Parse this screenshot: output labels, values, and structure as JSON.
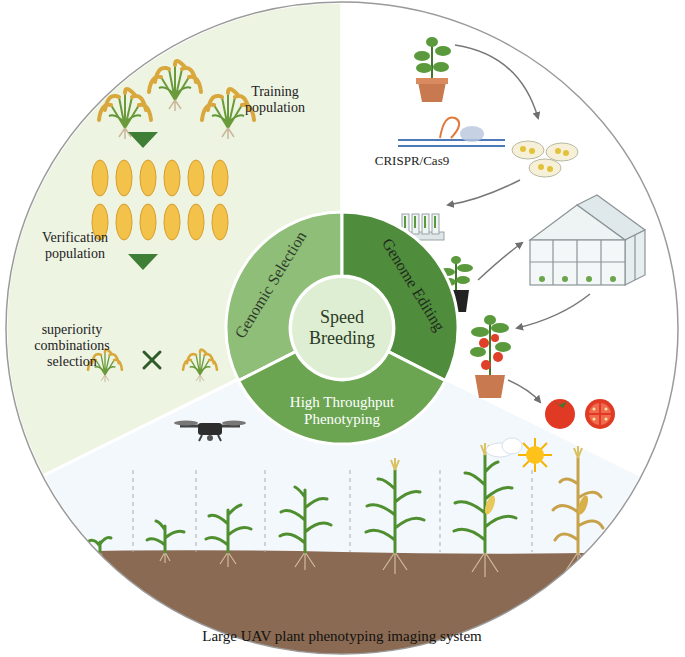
{
  "diagram": {
    "nodes": [
      {
        "text": [
          "Training population",
          "Verification population",
          "superiority combinations selection"
        ]
      },
      {
        "text": [
          "CRISPR/Cas9"
        ]
      },
      {
        "text": [
          "Large UAV plant phenotyping imaging system"
        ]
      },
      {
        "text": [
          "Genomic Selection"
        ]
      },
      {
        "text": [
          "Genome Editing"
        ]
      },
      {
        "text": [
          "High Throughput Phenotyping"
        ]
      },
      {
        "text": [
          "Speed Breeding"
        ]
      }
    ]
  }
}
